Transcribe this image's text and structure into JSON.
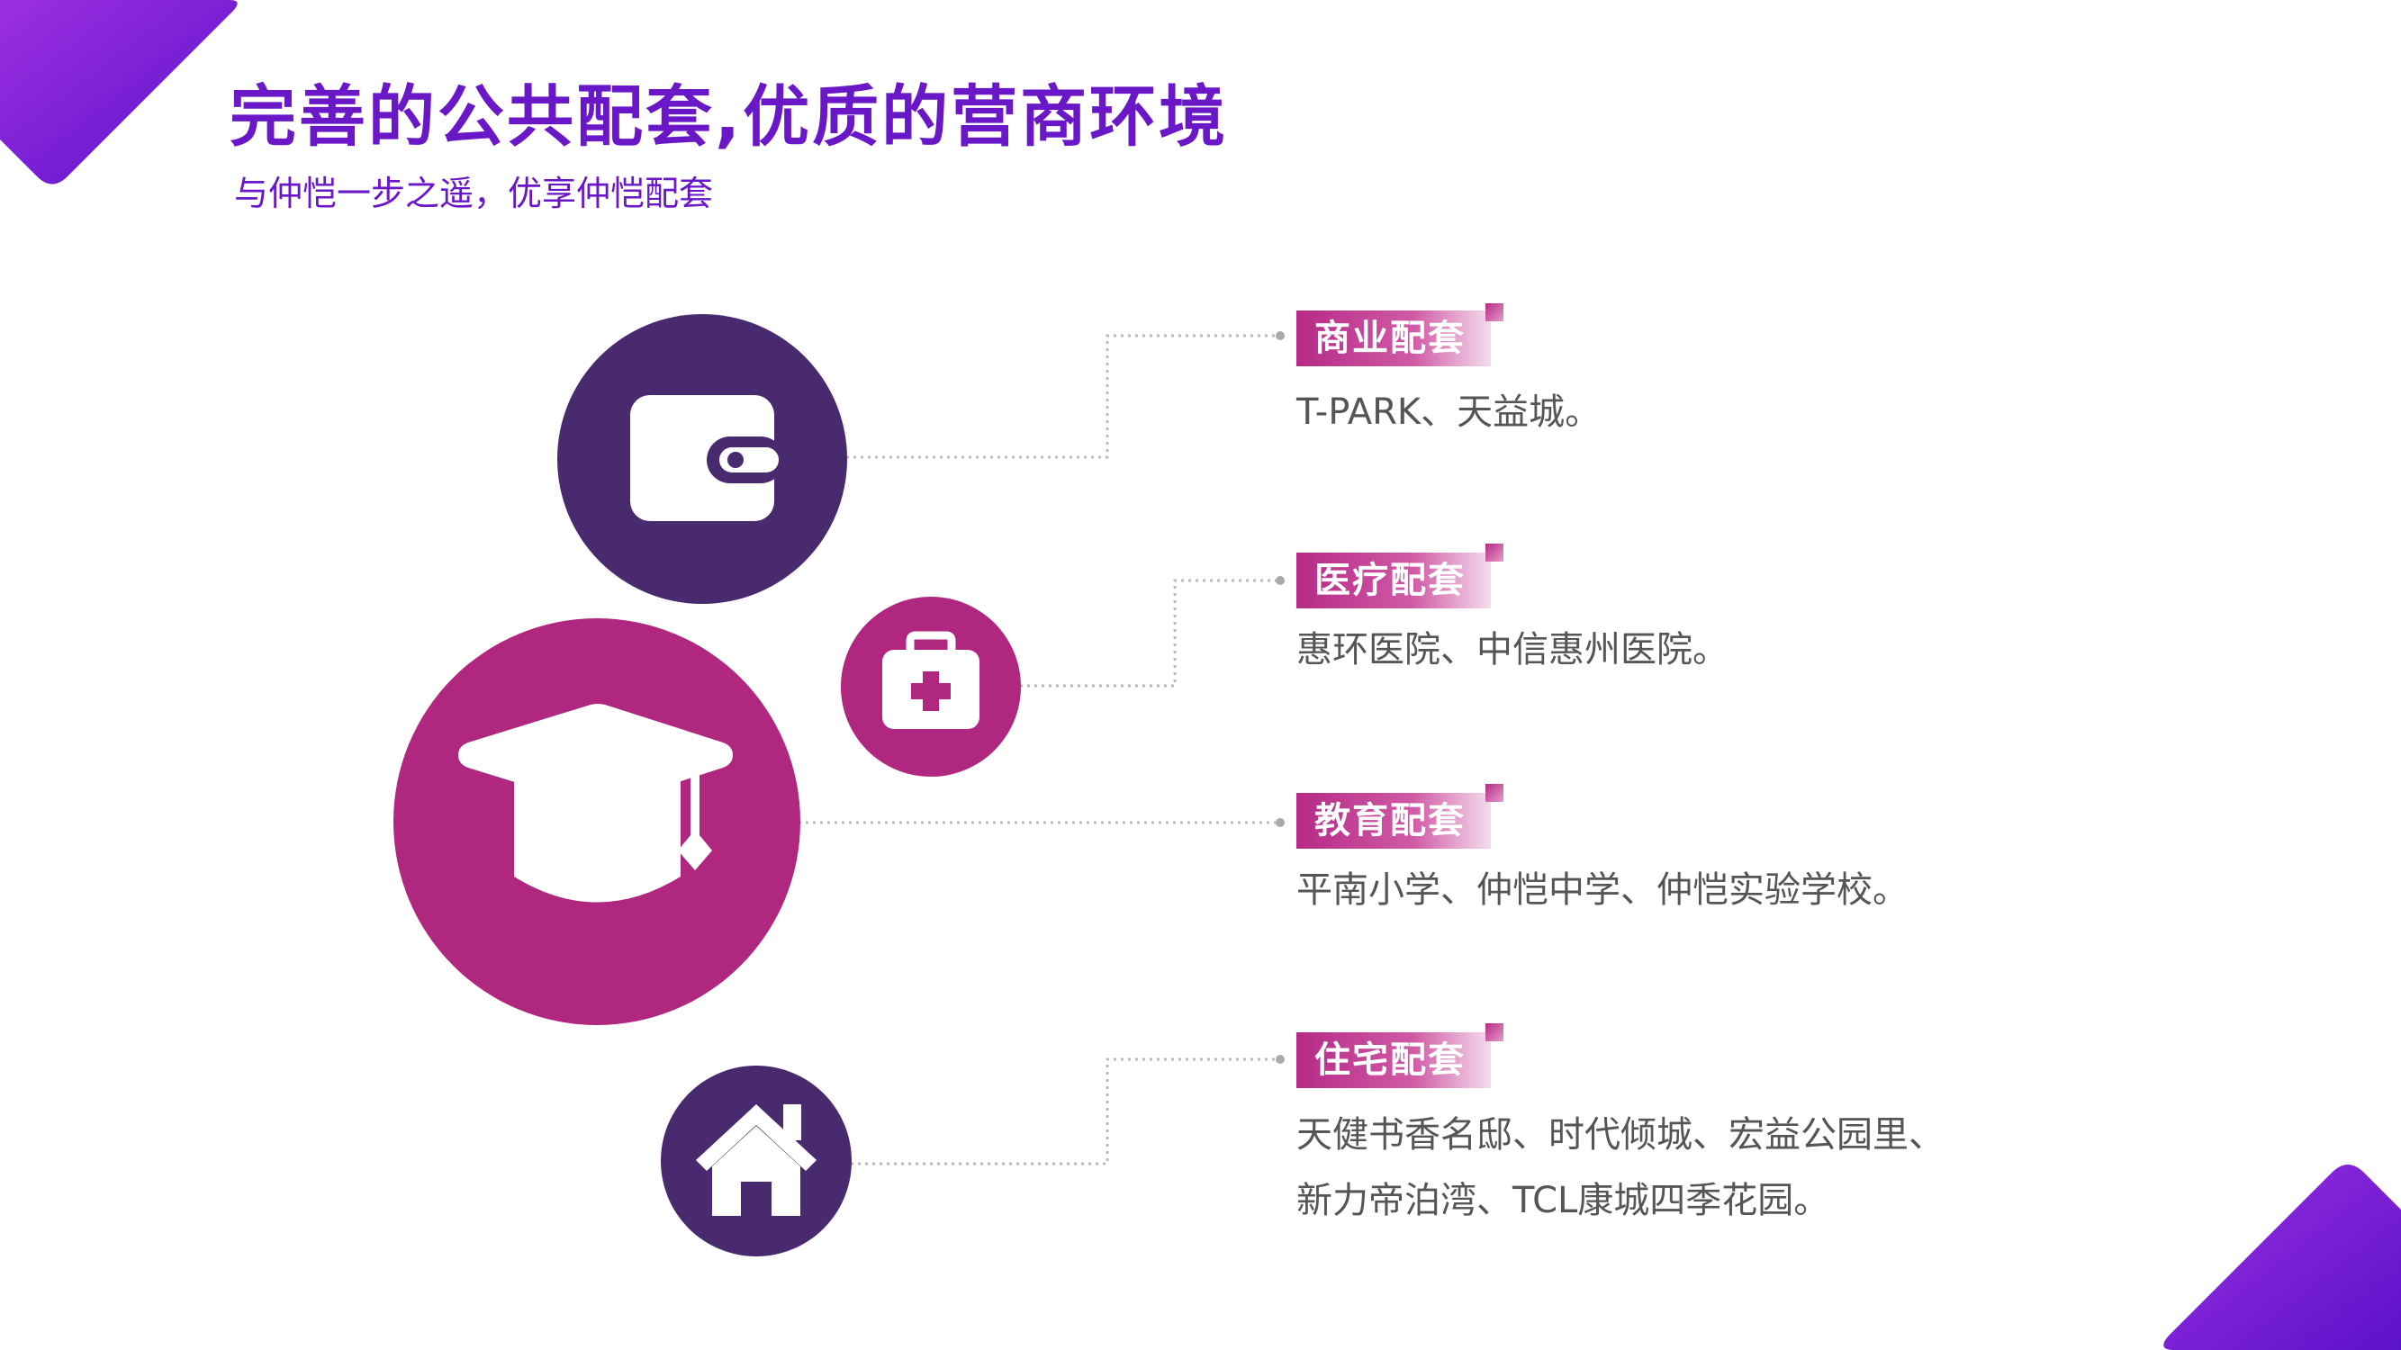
{
  "header": {
    "title": "完善的公共配套,优质的营商环境",
    "subtitle": "与仲恺一步之遥，优享仲恺配套"
  },
  "colors": {
    "brand_purple": "#6a17c8",
    "dark_purple": "#4a2a6e",
    "magenta": "#b0277f"
  },
  "items": [
    {
      "icon": "wallet-icon",
      "label": "商业配套",
      "lines": [
        "T-PARK、天益城。"
      ]
    },
    {
      "icon": "medical-kit-icon",
      "label": "医疗配套",
      "lines": [
        "惠环医院、中信惠州医院。"
      ]
    },
    {
      "icon": "graduation-cap-icon",
      "label": "教育配套",
      "lines": [
        "平南小学、仲恺中学、仲恺实验学校。"
      ]
    },
    {
      "icon": "house-icon",
      "label": "住宅配套",
      "lines": [
        "天健书香名邸、时代倾城、宏益公园里、",
        "新力帝泊湾、TCL康城四季花园。"
      ]
    }
  ]
}
